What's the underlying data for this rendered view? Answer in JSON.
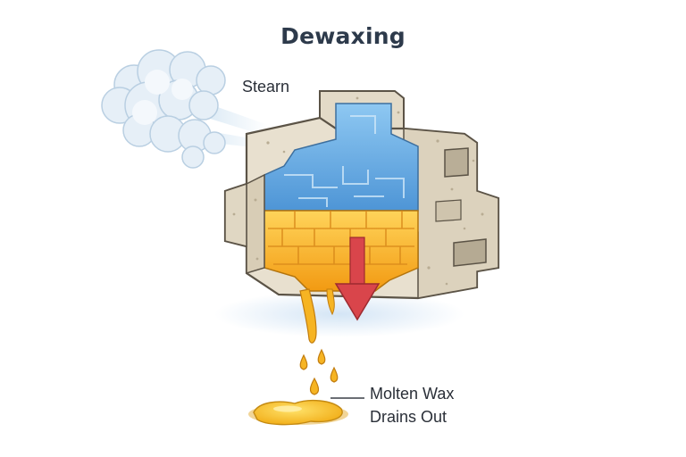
{
  "title": "Dewaxing",
  "labels": {
    "steam": "Stearn",
    "wax_line1": "Molten Wax",
    "wax_line2": "Drains Out"
  },
  "colors": {
    "title": "#2d3a4b",
    "mold_shell": "#e8e0cf",
    "mold_outline": "#5b5346",
    "water_blue": "#6aaee6",
    "molten_wax": "#f5b01e",
    "arrow_red": "#d9454b",
    "steam_cloud": "#dbe8f3"
  },
  "icons": {
    "steam": "steam-cloud-icon",
    "arrow": "arrow-down-icon",
    "wax_drop": "wax-drop-icon"
  }
}
